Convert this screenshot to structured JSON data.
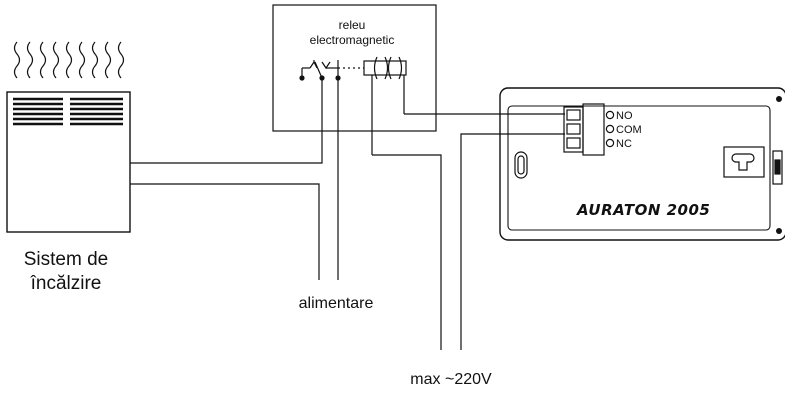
{
  "labels": {
    "relay_line1": "releu",
    "relay_line2": "electromagnetic",
    "heater_line1": "Sistem de",
    "heater_line2": "încălzire",
    "power": "alimentare",
    "voltage": "max ~220V",
    "brand": "AURATON 2005"
  },
  "terminals": [
    "NO",
    "COM",
    "NC"
  ],
  "colors": {
    "line": "#111111",
    "background": "#ffffff",
    "panel_fill": "#ffffff"
  }
}
